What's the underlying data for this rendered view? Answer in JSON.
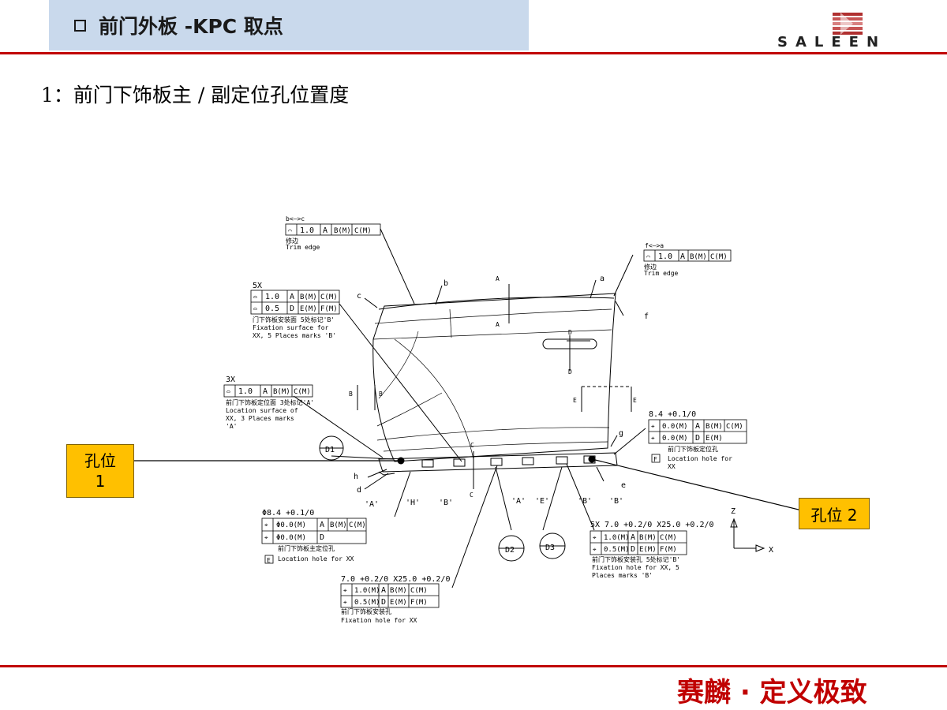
{
  "header": {
    "title": "前门外板 -KPC  取点",
    "logo_text": "SALEEN"
  },
  "subtitle": "1：前门下饰板主 / 副定位孔位置度",
  "callouts": {
    "hole1_line1": "孔位",
    "hole1_line2": "1",
    "hole2": "孔位 2"
  },
  "footer": {
    "slogan": "赛麟 · 定义极致"
  },
  "colors": {
    "accent_red": "#c00000",
    "callout_fill": "#ffc000",
    "title_bg": "#c9d9ec"
  },
  "drawing": {
    "fcf_trim_left": {
      "limits": "b<—>c",
      "frame": [
        "⌒",
        "1.0",
        "A",
        "B(M)",
        "C(M)"
      ],
      "cn": "修边",
      "en": "Trim edge"
    },
    "fcf_trim_right": {
      "limits": "f<—>a",
      "frame": [
        "⌒",
        "1.0",
        "A",
        "B(M)",
        "C(M)"
      ],
      "cn": "修边",
      "en": "Trim edge"
    },
    "fcf_5x": {
      "count": "5X",
      "row1": [
        "⌓",
        "1.0",
        "A",
        "B(M)",
        "C(M)"
      ],
      "row2": [
        "⌓",
        "0.5",
        "D",
        "E(M)",
        "F(M)"
      ],
      "cn": "门下饰板安装面  5处标记'B'",
      "en1": "Fixation surface for",
      "en2": "XX, 5 Places marks 'B'"
    },
    "fcf_3x": {
      "count": "3X",
      "row1": [
        "⌓",
        "1.0",
        "A",
        "B(M)",
        "C(M)"
      ],
      "cn": "前门下饰板定位面  3处标记'A'",
      "en1": "Location surface of",
      "en2": "XX, 3 Places marks",
      "en3": "'A'"
    },
    "fcf_hole_right": {
      "size": "8.4 +0.1/0",
      "row1": [
        "⌖",
        "0.0(M)",
        "A",
        "B(M)",
        "C(M)"
      ],
      "row2": [
        "⌖",
        "0.0(M)",
        "D",
        "E(M)"
      ],
      "datum": "F",
      "cn": "前门下饰板定位孔",
      "en1": "Location hole for",
      "en2": "XX"
    },
    "fcf_hole_left": {
      "size": "Φ8.4 +0.1/0",
      "row1": [
        "⌖",
        "Φ0.0(M)",
        "A",
        "B(M)",
        "C(M)"
      ],
      "row2": [
        "⌖",
        "Φ0.0(M)",
        "D"
      ],
      "datum": "E",
      "cn": "前门下饰板主定位孔",
      "en": "Location hole for XX"
    },
    "fcf_slot_5x": {
      "size": "5X  7.0 +0.2/0 X25.0 +0.2/0",
      "row1": [
        "⌖",
        "1.0(M)",
        "A",
        "B(M)",
        "C(M)"
      ],
      "row2": [
        "⌖",
        "0.5(M)",
        "D",
        "E(M)",
        "F(M)"
      ],
      "cn": "前门下饰板安装孔  5处标记'B'",
      "en1": "Fixation hole for XX, 5",
      "en2": "Places marks 'B'"
    },
    "fcf_slot_bottom": {
      "size": "7.0 +0.2/0 X25.0 +0.2/0",
      "row1": [
        "⌖",
        "1.0(M)",
        "A",
        "B(M)",
        "C(M)"
      ],
      "row2": [
        "⌖",
        "0.5(M)",
        "D",
        "E(M)",
        "F(M)"
      ],
      "cn": "前门下饰板安装孔",
      "en": "Fixation hole for XX"
    },
    "point_letters": [
      "a",
      "b",
      "c",
      "f",
      "g",
      "h",
      "d",
      "e"
    ],
    "section_letters": [
      "A",
      "B",
      "C",
      "D",
      "E"
    ],
    "details": [
      "D1",
      "D2",
      "D3"
    ],
    "marks": [
      "'A'",
      "'H'",
      "'B'",
      "'A'",
      "'E'",
      "'B'",
      "'B'"
    ],
    "axes": {
      "z": "Z",
      "x": "X"
    }
  }
}
